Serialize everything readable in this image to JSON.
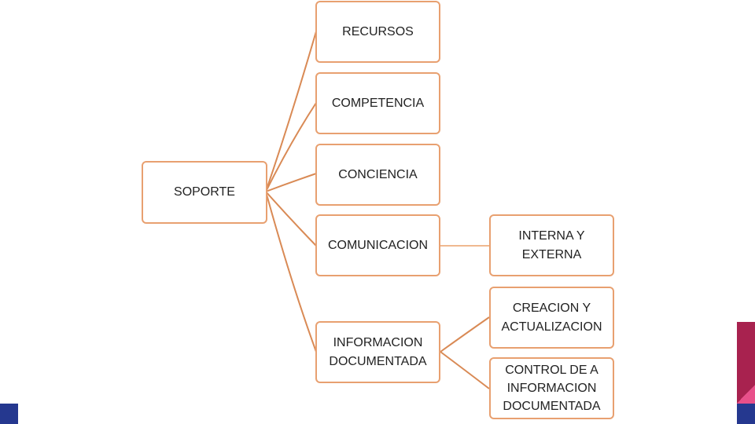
{
  "colors": {
    "node_border": "#e8a070",
    "connector": "#d98a55",
    "text": "#222222",
    "accent_magenta": "#a8224f",
    "accent_pink": "#e8508a",
    "accent_navy": "#25388f"
  },
  "nodes": {
    "soporte": "SOPORTE",
    "recursos": "RECURSOS",
    "competencia": "COMPETENCIA",
    "conciencia": "CONCIENCIA",
    "comunicacion": "COMUNICACION",
    "informacion_documentada": "INFORMACION\nDOCUMENTADA",
    "interna_externa": "INTERNA Y\nEXTERNA",
    "creacion_actualizacion": "CREACION Y\nACTUALIZACION",
    "control_informacion": "CONTROL DE A\nINFORMACION\nDOCUMENTADA"
  }
}
